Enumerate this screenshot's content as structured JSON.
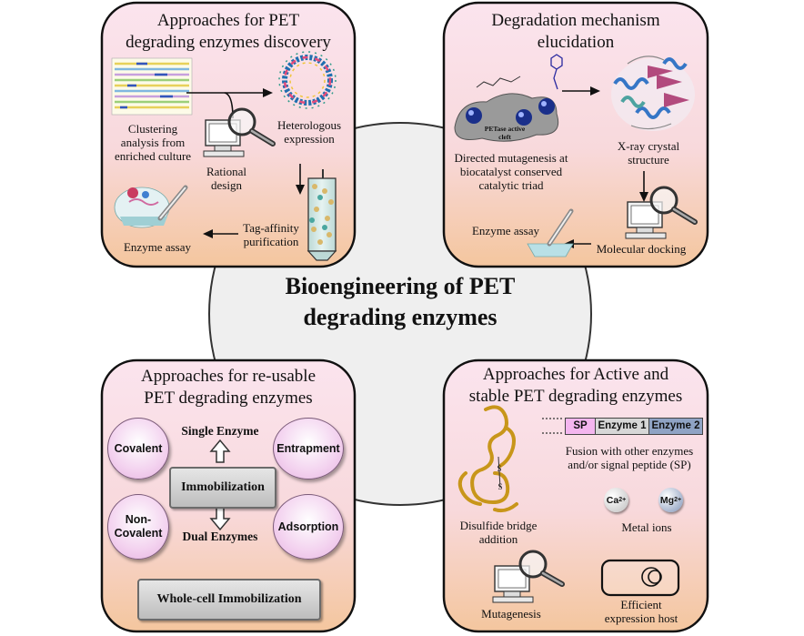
{
  "center": {
    "line1": "Bioengineering of PET",
    "line2": "degrading enzymes"
  },
  "discovery": {
    "title_line1": "Approaches for PET",
    "title_line2": "degrading enzymes discovery",
    "clustering": [
      "Clustering",
      "analysis from",
      "enriched culture"
    ],
    "heterologous": [
      "Heterologous",
      "expression"
    ],
    "rational": [
      "Rational",
      "design"
    ],
    "tag_affinity": [
      "Tag-affinity",
      "purification"
    ],
    "enzyme_assay": "Enzyme assay"
  },
  "mechanism": {
    "title_line1": "Degradation mechanism",
    "title_line2": "elucidation",
    "active_cleft": [
      "PETase active",
      "cleft"
    ],
    "directed": [
      "Directed mutagenesis at",
      "biocatalyst conserved",
      "catalytic triad"
    ],
    "xray": [
      "X-ray crystal",
      "structure"
    ],
    "enzyme_assay": "Enzyme assay",
    "docking": "Molecular docking"
  },
  "reusable": {
    "title_line1": "Approaches for re-usable",
    "title_line2": "PET degrading enzymes",
    "single": "Single Enzyme",
    "immobilization": "Immobilization",
    "dual": "Dual Enzymes",
    "methods": {
      "covalent": "Covalent",
      "entrapment": "Entrapment",
      "noncovalent": "Non-\nCovalent",
      "adsorption": "Adsorption"
    },
    "whole_cell": "Whole-cell Immobilization"
  },
  "stable": {
    "title_line1": "Approaches for Active and",
    "title_line2": "stable PET degrading enzymes",
    "chips": {
      "sp": "SP",
      "enzyme1": "Enzyme 1",
      "enzyme2": "Enzyme 2"
    },
    "fusion": [
      "Fusion with other enzymes",
      "and/or signal peptide (SP)"
    ],
    "ions": {
      "ca": "Ca",
      "ca_sup": "2+",
      "mg": "Mg",
      "mg_sup": "2+"
    },
    "metal_ions": "Metal ions",
    "disulfide": [
      "Disulfide bridge",
      "addition"
    ],
    "ss": "S",
    "mutagenesis": "Mutagenesis",
    "host": [
      "Efficient",
      "expression host"
    ]
  },
  "colors": {
    "panel_top": "#fbe3ec",
    "panel_bottom": "#f6cfa6",
    "center_circle": "#efefef",
    "method_pink": "#f3d2ef",
    "sp_chip": "#f4b6ef",
    "enzyme1_chip": "#d7d7d7",
    "enzyme2_chip": "#8fa3c4",
    "disulfide_loop": "#c8961a"
  }
}
